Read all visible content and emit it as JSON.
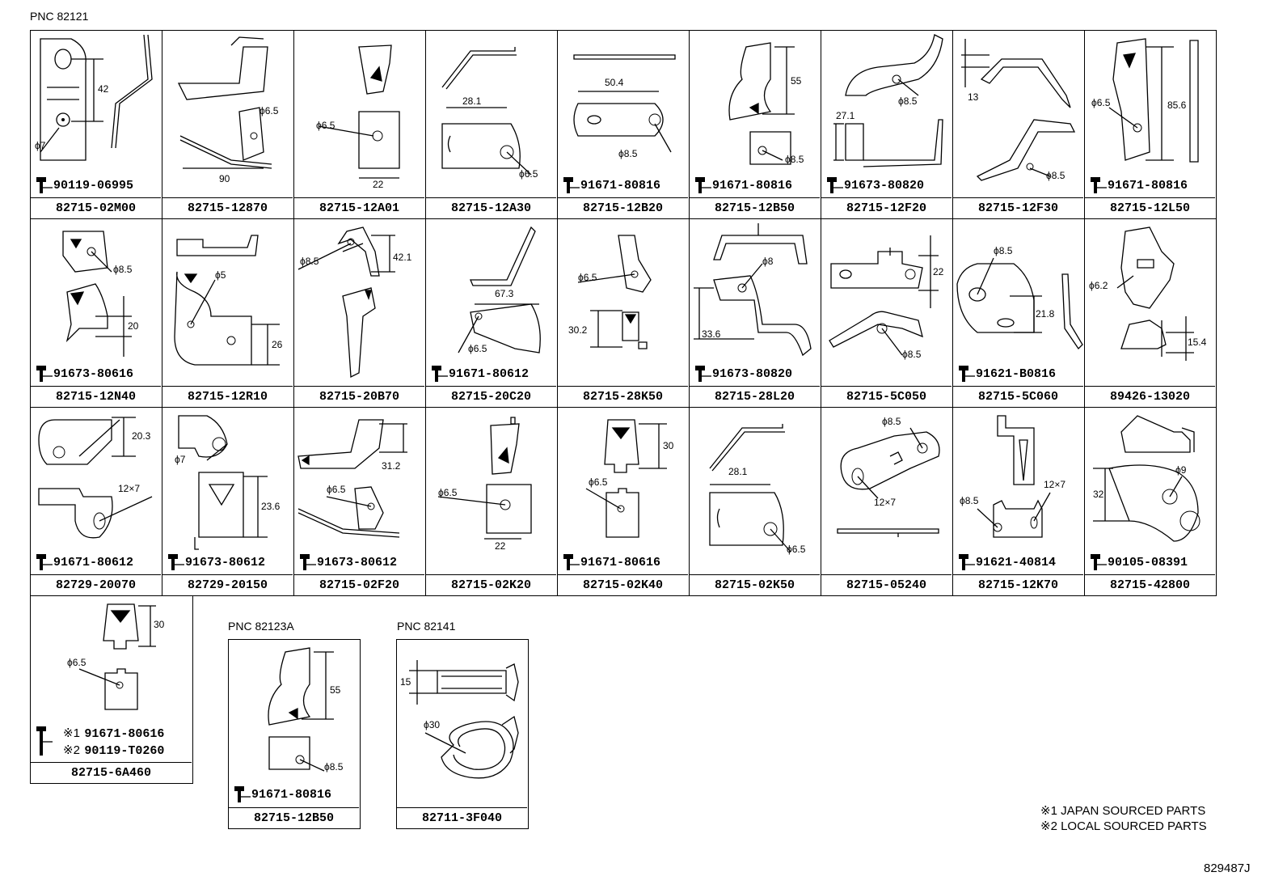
{
  "headers": {
    "main": "PNC 82121",
    "sub1": "PNC 82123A",
    "sub2": "PNC 82141"
  },
  "row1": [
    {
      "part": "82715-02M00",
      "bolt": "90119-06995",
      "dims": [
        "42",
        "ϕ7"
      ]
    },
    {
      "part": "82715-12870",
      "bolt": "",
      "dims": [
        "ϕ6.5",
        "90"
      ]
    },
    {
      "part": "82715-12A01",
      "bolt": "",
      "dims": [
        "ϕ6.5",
        "22"
      ]
    },
    {
      "part": "82715-12A30",
      "bolt": "",
      "dims": [
        "28.1",
        "ϕ6.5"
      ]
    },
    {
      "part": "82715-12B20",
      "bolt": "91671-80816",
      "dims": [
        "50.4",
        "ϕ8.5"
      ]
    },
    {
      "part": "82715-12B50",
      "bolt": "91671-80816",
      "dims": [
        "55",
        "ϕ8.5"
      ]
    },
    {
      "part": "82715-12F20",
      "bolt": "91673-80820",
      "dims": [
        "ϕ8.5",
        "27.1"
      ]
    },
    {
      "part": "82715-12F30",
      "bolt": "",
      "dims": [
        "13",
        "ϕ8.5"
      ]
    },
    {
      "part": "82715-12L50",
      "bolt": "91671-80816",
      "dims": [
        "ϕ6.5",
        "85.6"
      ]
    }
  ],
  "row2": [
    {
      "part": "82715-12N40",
      "bolt": "91673-80616",
      "dims": [
        "ϕ8.5",
        "20"
      ]
    },
    {
      "part": "82715-12R10",
      "bolt": "",
      "dims": [
        "ϕ5",
        "26"
      ]
    },
    {
      "part": "82715-20B70",
      "bolt": "",
      "dims": [
        "ϕ8.5",
        "42.1"
      ]
    },
    {
      "part": "82715-20C20",
      "bolt": "91671-80612",
      "dims": [
        "67.3",
        "ϕ6.5"
      ]
    },
    {
      "part": "82715-28K50",
      "bolt": "",
      "dims": [
        "ϕ6.5",
        "30.2"
      ]
    },
    {
      "part": "82715-28L20",
      "bolt": "91673-80820",
      "dims": [
        "ϕ8",
        "33.6"
      ]
    },
    {
      "part": "82715-5C050",
      "bolt": "",
      "dims": [
        "22",
        "ϕ8.5"
      ]
    },
    {
      "part": "82715-5C060",
      "bolt": "91621-B0816",
      "dims": [
        "ϕ8.5",
        "21.8"
      ]
    },
    {
      "part": "89426-13020",
      "bolt": "",
      "dims": [
        "ϕ6.2",
        "15.4"
      ]
    }
  ],
  "row3": [
    {
      "part": "82729-20070",
      "bolt": "91671-80612",
      "dims": [
        "20.3",
        "12×7"
      ]
    },
    {
      "part": "82729-20150",
      "bolt": "91673-80612",
      "dims": [
        "ϕ7",
        "23.6"
      ]
    },
    {
      "part": "82715-02F20",
      "bolt": "91673-80612",
      "dims": [
        "31.2",
        "ϕ6.5"
      ]
    },
    {
      "part": "82715-02K20",
      "bolt": "",
      "dims": [
        "ϕ6.5",
        "22"
      ]
    },
    {
      "part": "82715-02K40",
      "bolt": "91671-80616",
      "dims": [
        "30",
        "ϕ6.5"
      ]
    },
    {
      "part": "82715-02K50",
      "bolt": "",
      "dims": [
        "28.1",
        "ϕ6.5"
      ]
    },
    {
      "part": "82715-05240",
      "bolt": "",
      "dims": [
        "ϕ8.5",
        "12×7"
      ]
    },
    {
      "part": "82715-12K70",
      "bolt": "91621-40814",
      "dims": [
        "12×7",
        "ϕ8.5"
      ]
    },
    {
      "part": "82715-42800",
      "bolt": "90105-08391",
      "dims": [
        "ϕ9",
        "32"
      ]
    }
  ],
  "row4": {
    "part": "82715-6A460",
    "dims": [
      "30",
      "ϕ6.5"
    ],
    "bolt1_mark": "※1",
    "bolt1": "91671-80616",
    "bolt2_mark": "※2",
    "bolt2": "90119-T0260"
  },
  "sub1_cell": {
    "part": "82715-12B50",
    "bolt": "91671-80816",
    "dims": [
      "55",
      "ϕ8.5"
    ]
  },
  "sub2_cell": {
    "part": "82711-3F040",
    "dims": [
      "15",
      "ϕ30"
    ]
  },
  "notes": [
    "※1 JAPAN SOURCED PARTS",
    "※2 LOCAL SOURCED PARTS"
  ],
  "diagram_code": "829487J"
}
